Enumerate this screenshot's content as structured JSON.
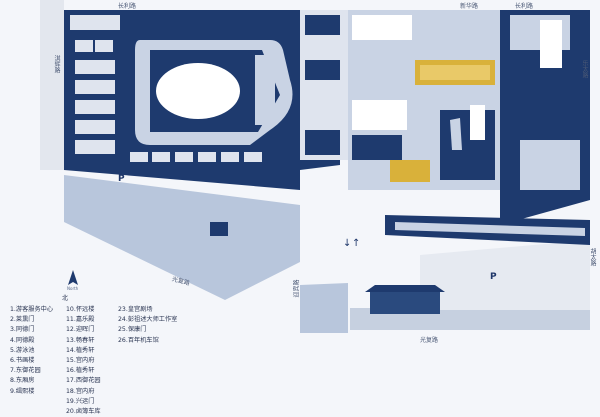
{
  "roads": {
    "top_left": "长利路",
    "top_right": "新华路",
    "top_far_right": "长利路",
    "left_side": "淇辉路",
    "right_upper": "乐太路",
    "right_lower": "胡太路",
    "center": "光复路",
    "center_vertical": "迎宾路",
    "bottom": "光复路"
  },
  "compass": {
    "label": "北",
    "sub": "North"
  },
  "parking": {
    "left": "P",
    "right": "P"
  },
  "legend": {
    "col1": [
      "1.游客服务中心",
      "2.莱熏门",
      "3.同德门",
      "4.同德殿",
      "5.游泳池",
      "6.书画楼",
      "7.东御花园",
      "8.东厢房",
      "9.缉熙楼"
    ],
    "col2": [
      "10.怀远楼",
      "11.嘉乐殿",
      "12.迎晖门",
      "13.畅春轩",
      "14.植秀轩",
      "15.宫内府",
      "16.植秀轩",
      "17.西御花园",
      "18.宫内府",
      "19.兴运门",
      "20.卤簿车库"
    ],
    "col3": [
      "23.皇宫剧场",
      "24.彭祖述大师工作室",
      "25.保康门",
      "26.百年机车馆"
    ]
  },
  "colors": {
    "primary": "#1e3a6e",
    "light_fill": "#c9d3e4",
    "road": "#e7ebf2",
    "gold": "#d9b13a",
    "background": "#f4f6fa"
  }
}
